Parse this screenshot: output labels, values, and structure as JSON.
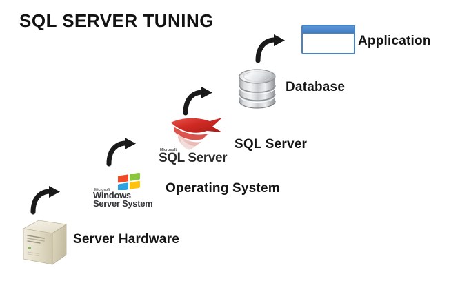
{
  "title": "SQL SERVER TUNING",
  "stack": {
    "layers": [
      {
        "id": "application",
        "label": "Application",
        "icon": "application-window-icon",
        "level": 5
      },
      {
        "id": "database",
        "label": "Database",
        "icon": "database-cylinder-icon",
        "level": 4
      },
      {
        "id": "sql-server",
        "label": "SQL Server",
        "icon": "microsoft-sql-server-logo-icon",
        "logo": {
          "brand": "Microsoft",
          "product": "SQL Server"
        },
        "level": 3
      },
      {
        "id": "operating-system",
        "label": "Operating System",
        "icon": "windows-server-system-logo-icon",
        "logo": {
          "brand": "Microsoft",
          "line1": "Windows",
          "line2": "Server System"
        },
        "level": 2
      },
      {
        "id": "server-hardware",
        "label": "Server Hardware",
        "icon": "server-tower-icon",
        "level": 1
      }
    ],
    "arrows": [
      {
        "id": "arrow-hw-to-os",
        "from": "server-hardware",
        "to": "operating-system",
        "icon": "curved-arrow-up-right-icon"
      },
      {
        "id": "arrow-os-to-sql",
        "from": "operating-system",
        "to": "sql-server",
        "icon": "curved-arrow-up-right-icon"
      },
      {
        "id": "arrow-sql-to-db",
        "from": "sql-server",
        "to": "database",
        "icon": "curved-arrow-up-right-icon"
      },
      {
        "id": "arrow-db-to-app",
        "from": "database",
        "to": "application",
        "icon": "curved-arrow-up-right-icon"
      }
    ]
  },
  "colors": {
    "background": "#ffffff",
    "text": "#141414",
    "arrow": "#1a1a1a",
    "application_border": "#4a83c4",
    "application_titlebar": "#4a86c8",
    "database_silver": "#c8cacc",
    "sqlserver_red": "#d8312b",
    "windows_red": "#f04a26",
    "windows_green": "#8cc63e",
    "windows_blue": "#2aa3e0",
    "windows_yellow": "#ffc20e",
    "hardware_beige": "#e8e2cd"
  }
}
